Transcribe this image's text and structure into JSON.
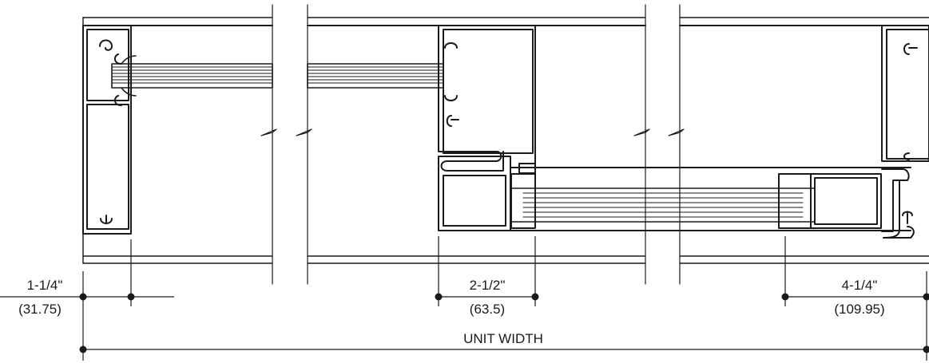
{
  "dimensions": {
    "left": {
      "imperial": "1-1/4\"",
      "metric": "(31.75)"
    },
    "center": {
      "imperial": "2-1/2\"",
      "metric": "(63.5)"
    },
    "right": {
      "imperial": "4-1/4\"",
      "metric": "(109.95)"
    },
    "overall": {
      "label": "UNIT WIDTH"
    }
  },
  "colors": {
    "line": "#1a1a1a",
    "fill": "#ffffff"
  }
}
